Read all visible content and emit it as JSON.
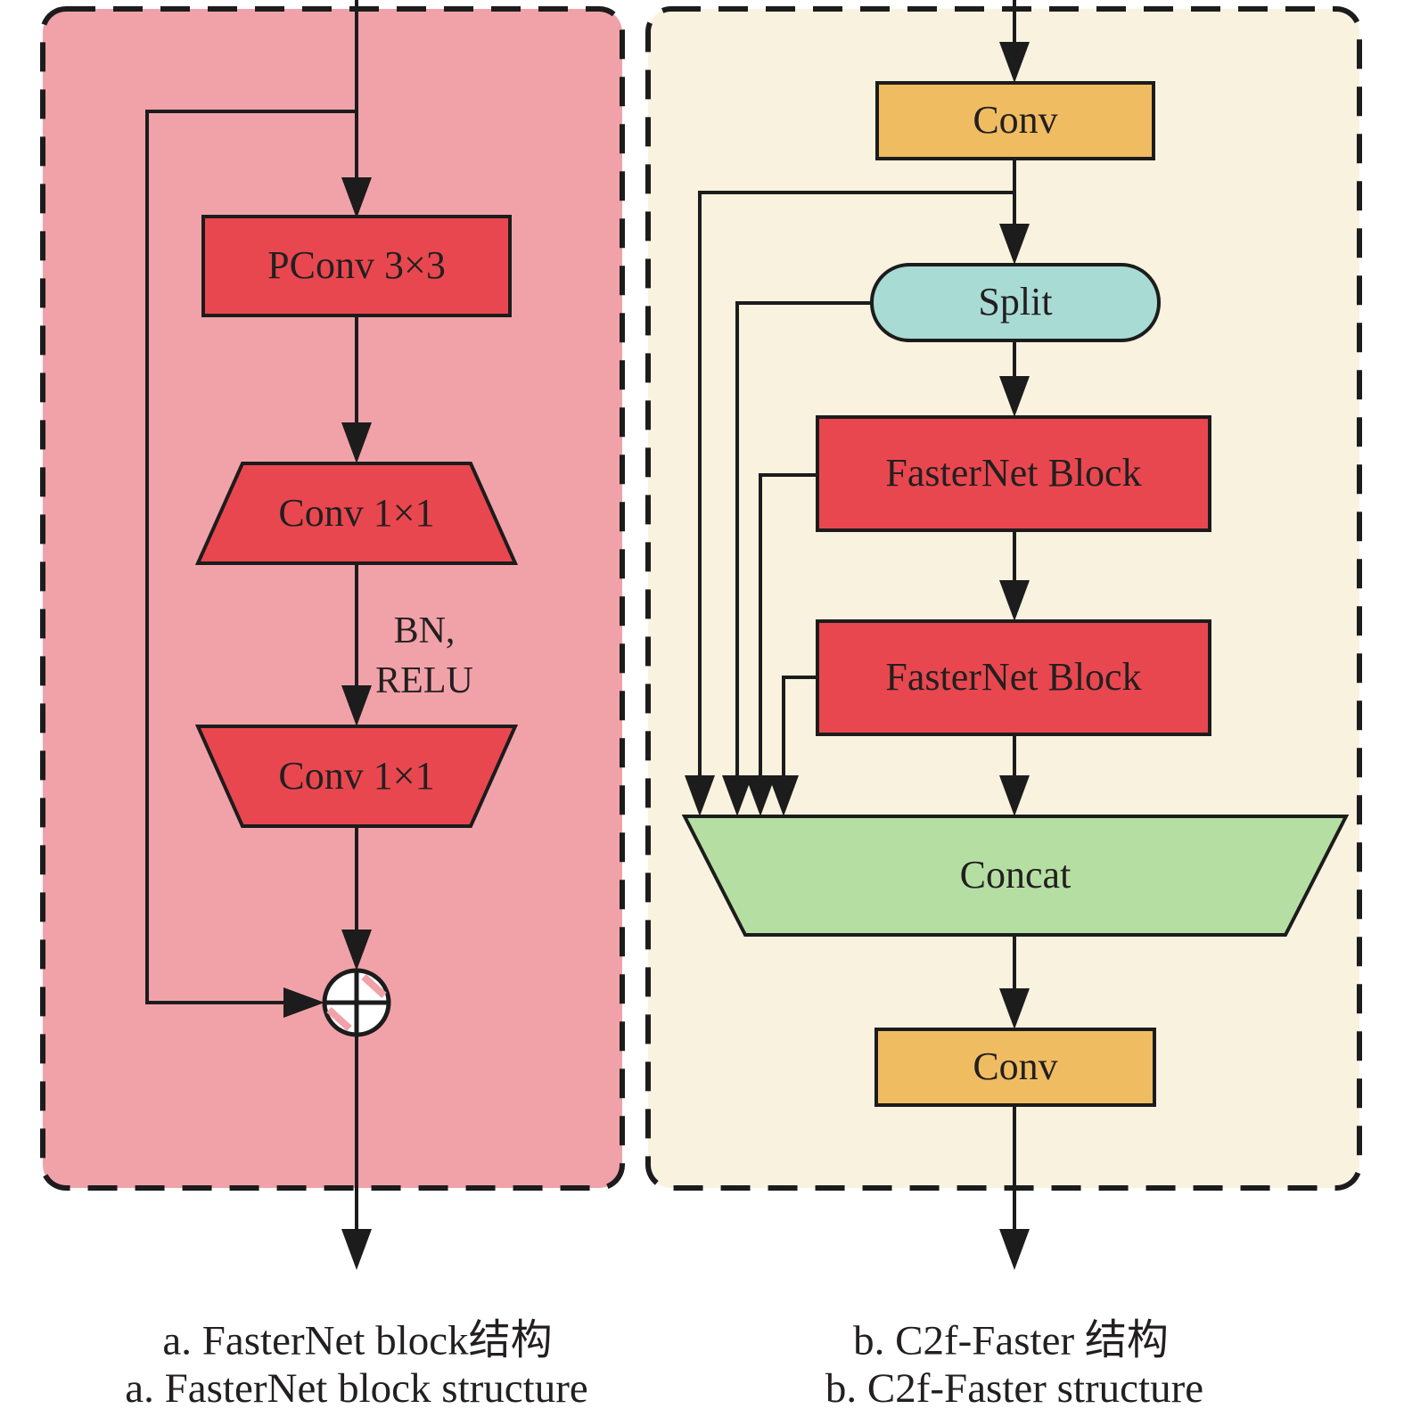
{
  "figure": {
    "panel_a": {
      "blocks": {
        "pconv": "PConv 3×3",
        "conv_1x1_upper": "Conv 1×1",
        "conv_1x1_lower": "Conv 1×1"
      },
      "edge_label_line1": "BN,",
      "edge_label_line2": "RELU",
      "caption_cn": "a. FasterNet block结构",
      "caption_en": "a. FasterNet block structure"
    },
    "panel_b": {
      "blocks": {
        "conv_top": "Conv",
        "split": "Split",
        "fasternet_block_1": "FasterNet Block",
        "fasternet_block_2": "FasterNet Block",
        "concat": "Concat",
        "conv_bottom": "Conv"
      },
      "caption_cn": "b. C2f-Faster 结构",
      "caption_en": "b. C2f-Faster structure"
    },
    "colors": {
      "panel_a_bg": "#F1A2A9",
      "panel_b_bg": "#F8F2DF",
      "red_block": "#E9474F",
      "orange_block": "#F0BC62",
      "cyan_block": "#A8DBD4",
      "green_block": "#B5DFA2",
      "line": "#1C1C1C",
      "add_symbol_fill": "#FFFFFF"
    }
  }
}
